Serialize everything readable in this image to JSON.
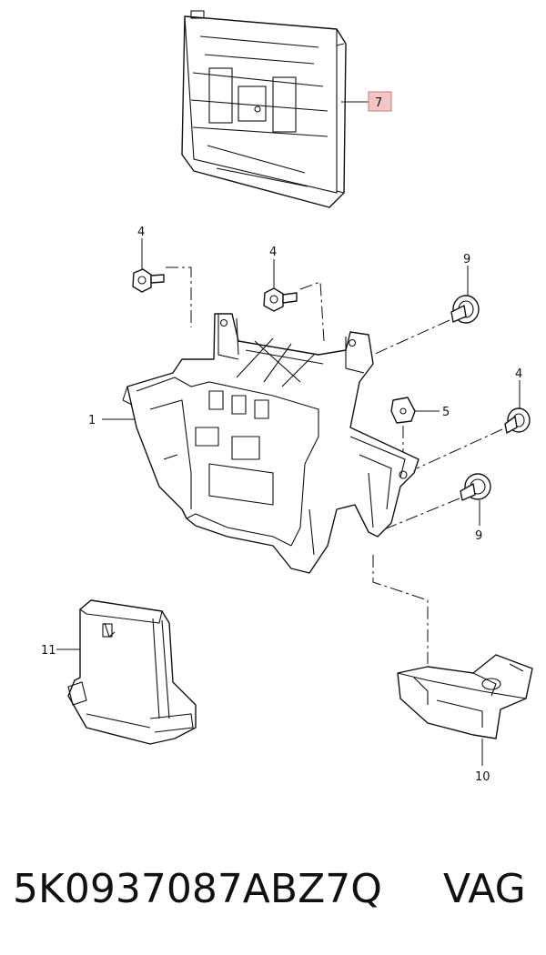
{
  "diagram": {
    "callouts": {
      "c7": "7",
      "c4a": "4",
      "c4b": "4",
      "c4c": "4",
      "c9a": "9",
      "c9b": "9",
      "c5": "5",
      "c1": "1",
      "c11": "11",
      "c10": "10"
    },
    "highlight_color": "#f3c6c6"
  },
  "footer": {
    "part_number": "5K0937087ABZ7Q",
    "brand": "VAG"
  }
}
